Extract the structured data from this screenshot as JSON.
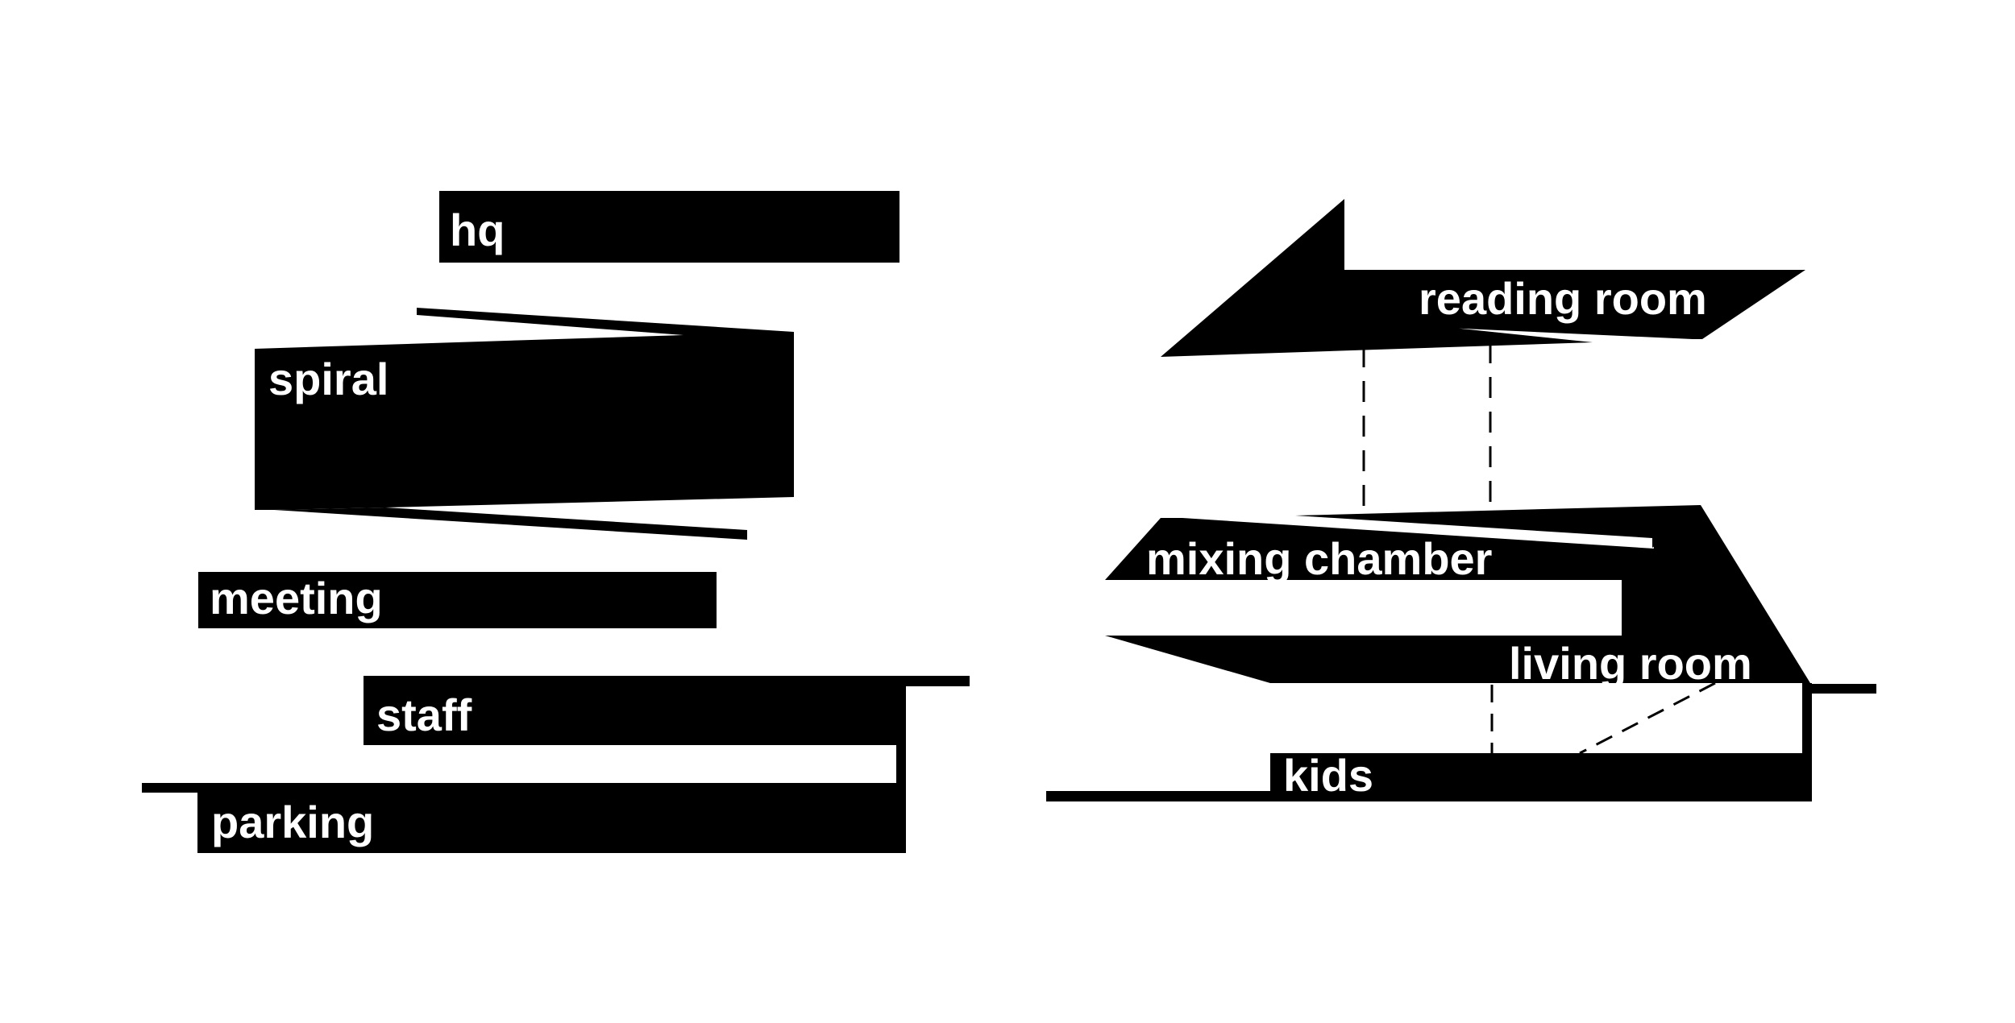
{
  "colors": {
    "background": "#ffffff",
    "mass": "#000000",
    "label": "#ffffff",
    "dashed_line": "#000000"
  },
  "left_section": {
    "hq_label": "hq",
    "spiral_label": "spiral",
    "meeting_label": "meeting",
    "staff_label": "staff",
    "parking_label": "parking"
  },
  "right_section": {
    "reading_room_label": "reading room",
    "mixing_chamber_label": "mixing chamber",
    "living_room_label": "living room",
    "kids_label": "kids"
  }
}
